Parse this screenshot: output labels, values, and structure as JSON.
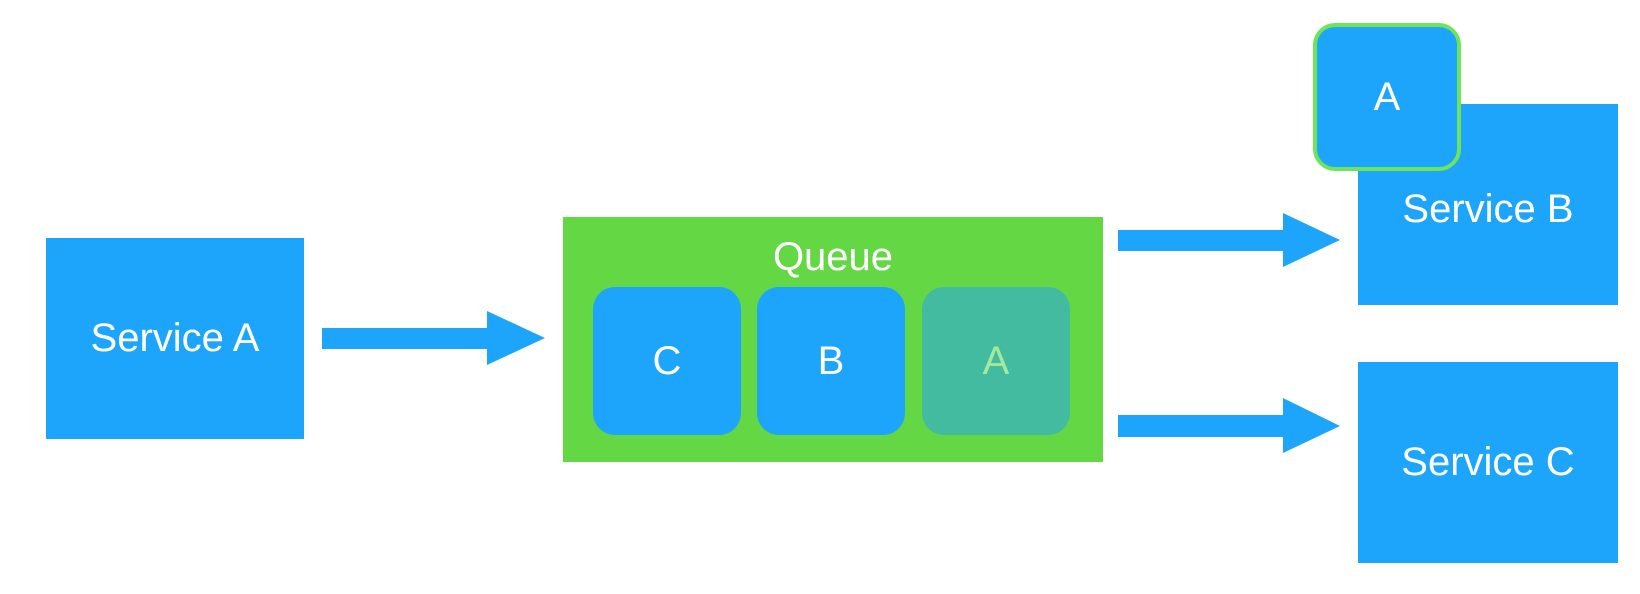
{
  "colors": {
    "service": "#1da4fb",
    "queue": "#63d844",
    "arrow": "#1da4fb",
    "message_pending": "#1da4fb",
    "message_faded": "#42bba1",
    "message_delivered_border": "#6fe45a"
  },
  "producer": {
    "label": "Service A"
  },
  "queue": {
    "label": "Queue",
    "messages": [
      {
        "label": "C",
        "state": "pending"
      },
      {
        "label": "B",
        "state": "pending"
      },
      {
        "label": "A",
        "state": "dispatched"
      }
    ]
  },
  "consumers": [
    {
      "label": "Service B"
    },
    {
      "label": "Service C"
    }
  ],
  "delivered_message": {
    "label": "A"
  }
}
